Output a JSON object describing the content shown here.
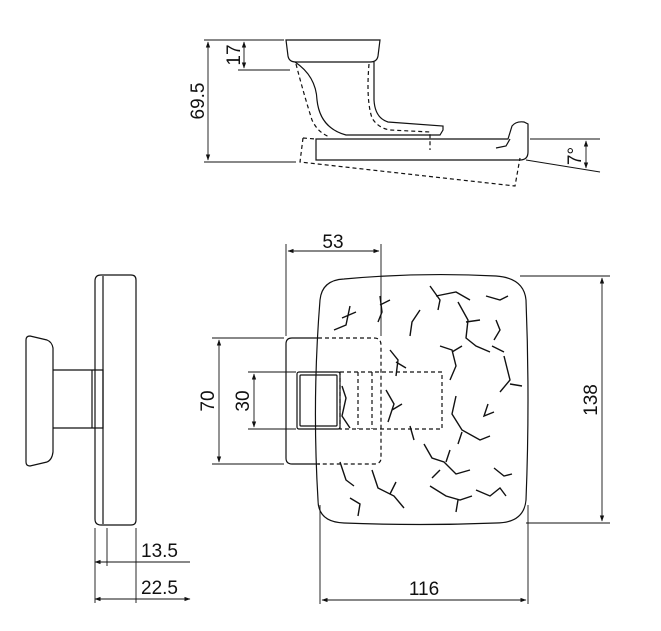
{
  "dimensions": {
    "top_view": {
      "cap_height": "17",
      "total_height": "69.5",
      "tilt_angle": "7°"
    },
    "front_view": {
      "block_width": "53",
      "block_height": "70",
      "slot_height": "30",
      "plate_height": "138",
      "plate_width": "116"
    },
    "side_view": {
      "depth_inner": "13.5",
      "depth_total": "22.5"
    }
  },
  "colors": {
    "line": "#111111",
    "background": "#ffffff"
  }
}
